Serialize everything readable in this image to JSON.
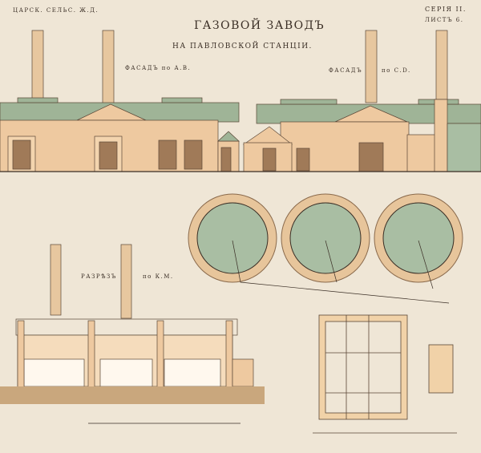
{
  "header": {
    "railway": "ЦАРСК. СЕЛЬС. Ж.Д.",
    "series": "СЕРІЯ II.",
    "sheet": "ЛИСТЪ 6.",
    "title": "ГАЗОВОЙ ЗАВОДЪ",
    "subtitle": "НА ПАВЛОВСКОЙ СТАНЦІИ."
  },
  "views": {
    "facade_ab": "ФАСАДЪ по А.В.",
    "facade_cd_a": "ФАСАДЪ",
    "facade_cd_b": "по С.D.",
    "section_a": "РАЗРѢЗЪ",
    "section_b": "по К.М."
  },
  "colors": {
    "paper": "#efe6d6",
    "wall": "#eec9a0",
    "roof": "#9fb497",
    "tank": "#a9bea3",
    "ground": "#c9a77d",
    "ink": "#3a2e25"
  }
}
